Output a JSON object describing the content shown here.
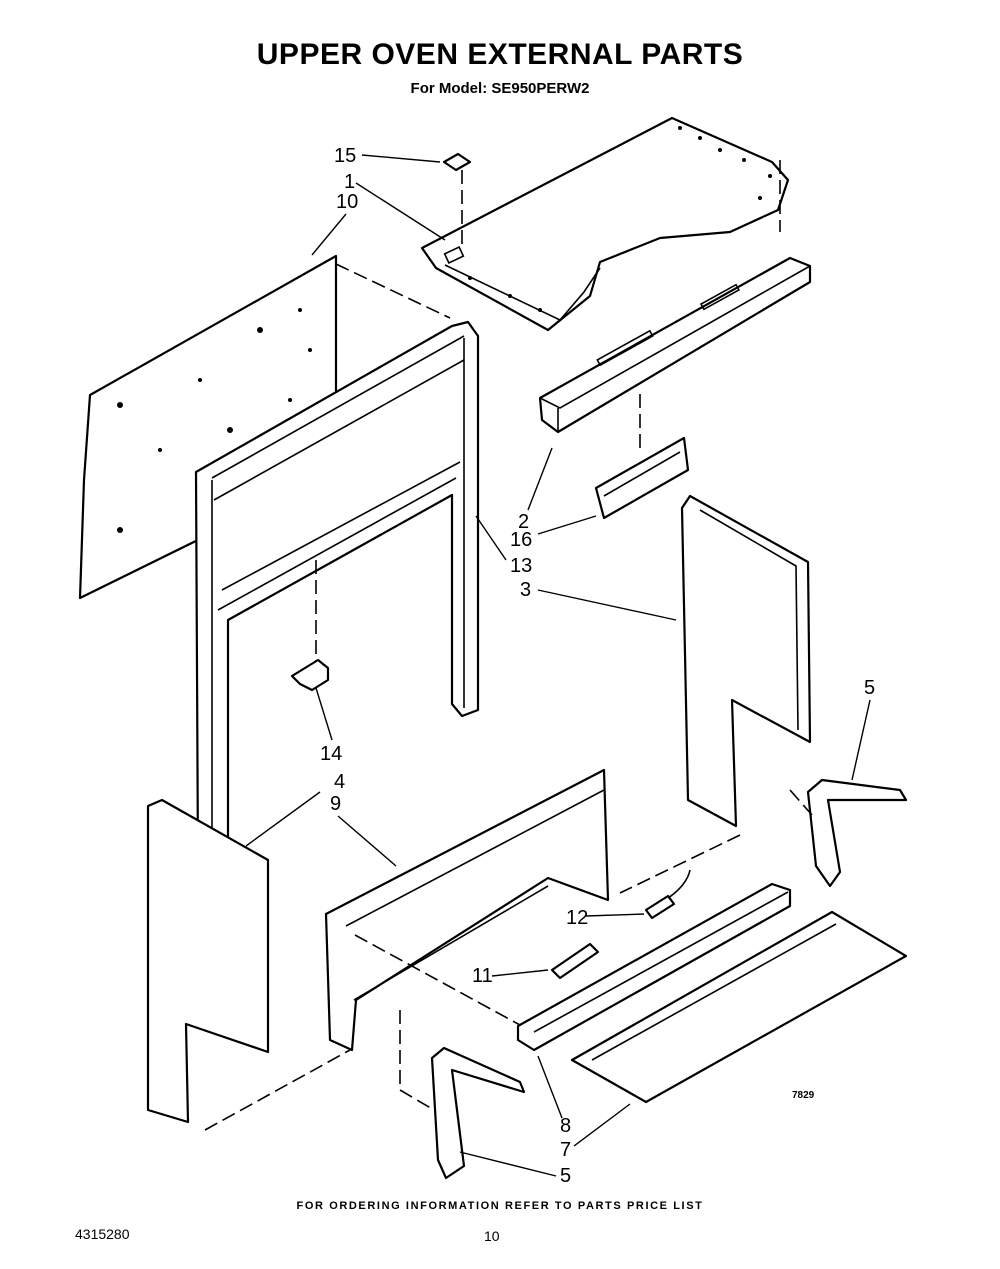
{
  "header": {
    "title": "UPPER OVEN EXTERNAL PARTS",
    "subtitle": "For Model: SE950PERW2"
  },
  "callouts": [
    {
      "id": "c15",
      "label": "15"
    },
    {
      "id": "c1",
      "label": "1"
    },
    {
      "id": "c10",
      "label": "10"
    },
    {
      "id": "c2",
      "label": "2"
    },
    {
      "id": "c16",
      "label": "16"
    },
    {
      "id": "c13",
      "label": "13"
    },
    {
      "id": "c3",
      "label": "3"
    },
    {
      "id": "c5a",
      "label": "5"
    },
    {
      "id": "c14",
      "label": "14"
    },
    {
      "id": "c4",
      "label": "4"
    },
    {
      "id": "c9",
      "label": "9"
    },
    {
      "id": "c12",
      "label": "12"
    },
    {
      "id": "c11",
      "label": "11"
    },
    {
      "id": "c8",
      "label": "8"
    },
    {
      "id": "c7",
      "label": "7"
    },
    {
      "id": "c5b",
      "label": "5"
    }
  ],
  "drawing_code": "7829",
  "footer": {
    "ordering_note": "FOR ORDERING INFORMATION REFER TO PARTS PRICE LIST",
    "doc_number": "4315280",
    "page_number": "10"
  }
}
